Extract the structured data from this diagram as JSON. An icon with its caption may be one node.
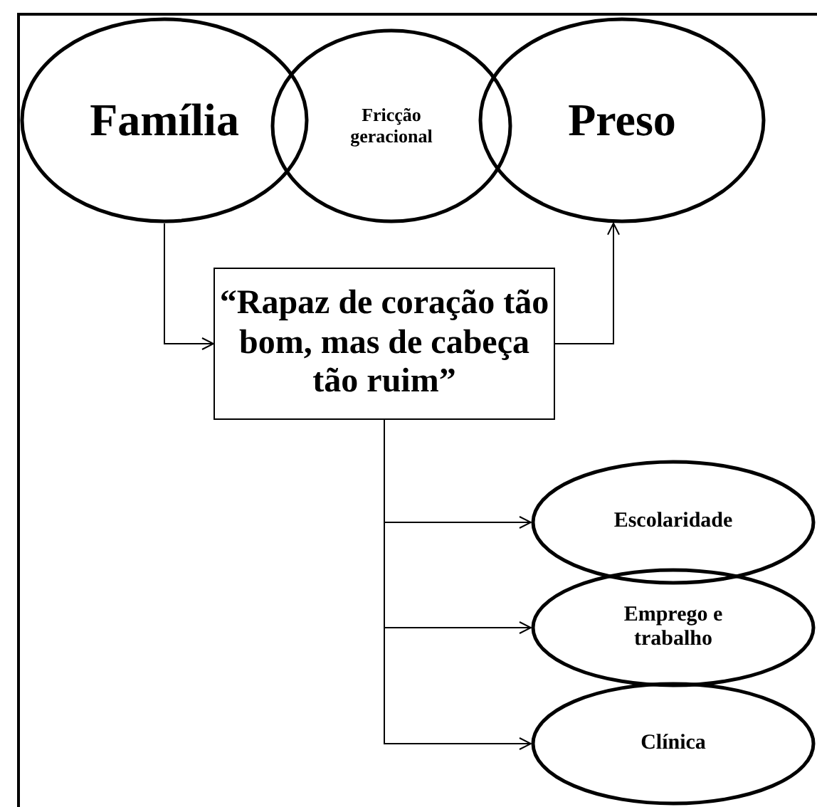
{
  "diagram": {
    "nodes": [
      {
        "text": [
          "Família"
        ]
      },
      {
        "text": [
          "Fricção geracional"
        ]
      },
      {
        "text": [
          "Preso"
        ]
      },
      {
        "text": [
          "“Rapaz de coração tão bom, mas de cabeça tão ruim”"
        ]
      },
      {
        "text": [
          "Escolaridade"
        ]
      },
      {
        "text": [
          "Emprego e trabalho"
        ]
      },
      {
        "text": [
          "Clínica"
        ]
      }
    ],
    "edges": [
      {
        "from": 0,
        "to": 3,
        "arrow": "to"
      },
      {
        "from": 3,
        "to": 2,
        "arrow": "to"
      },
      {
        "from": 3,
        "to": 4,
        "arrow": "to"
      },
      {
        "from": 3,
        "to": 5,
        "arrow": "to"
      },
      {
        "from": 3,
        "to": 6,
        "arrow": "to"
      }
    ]
  }
}
